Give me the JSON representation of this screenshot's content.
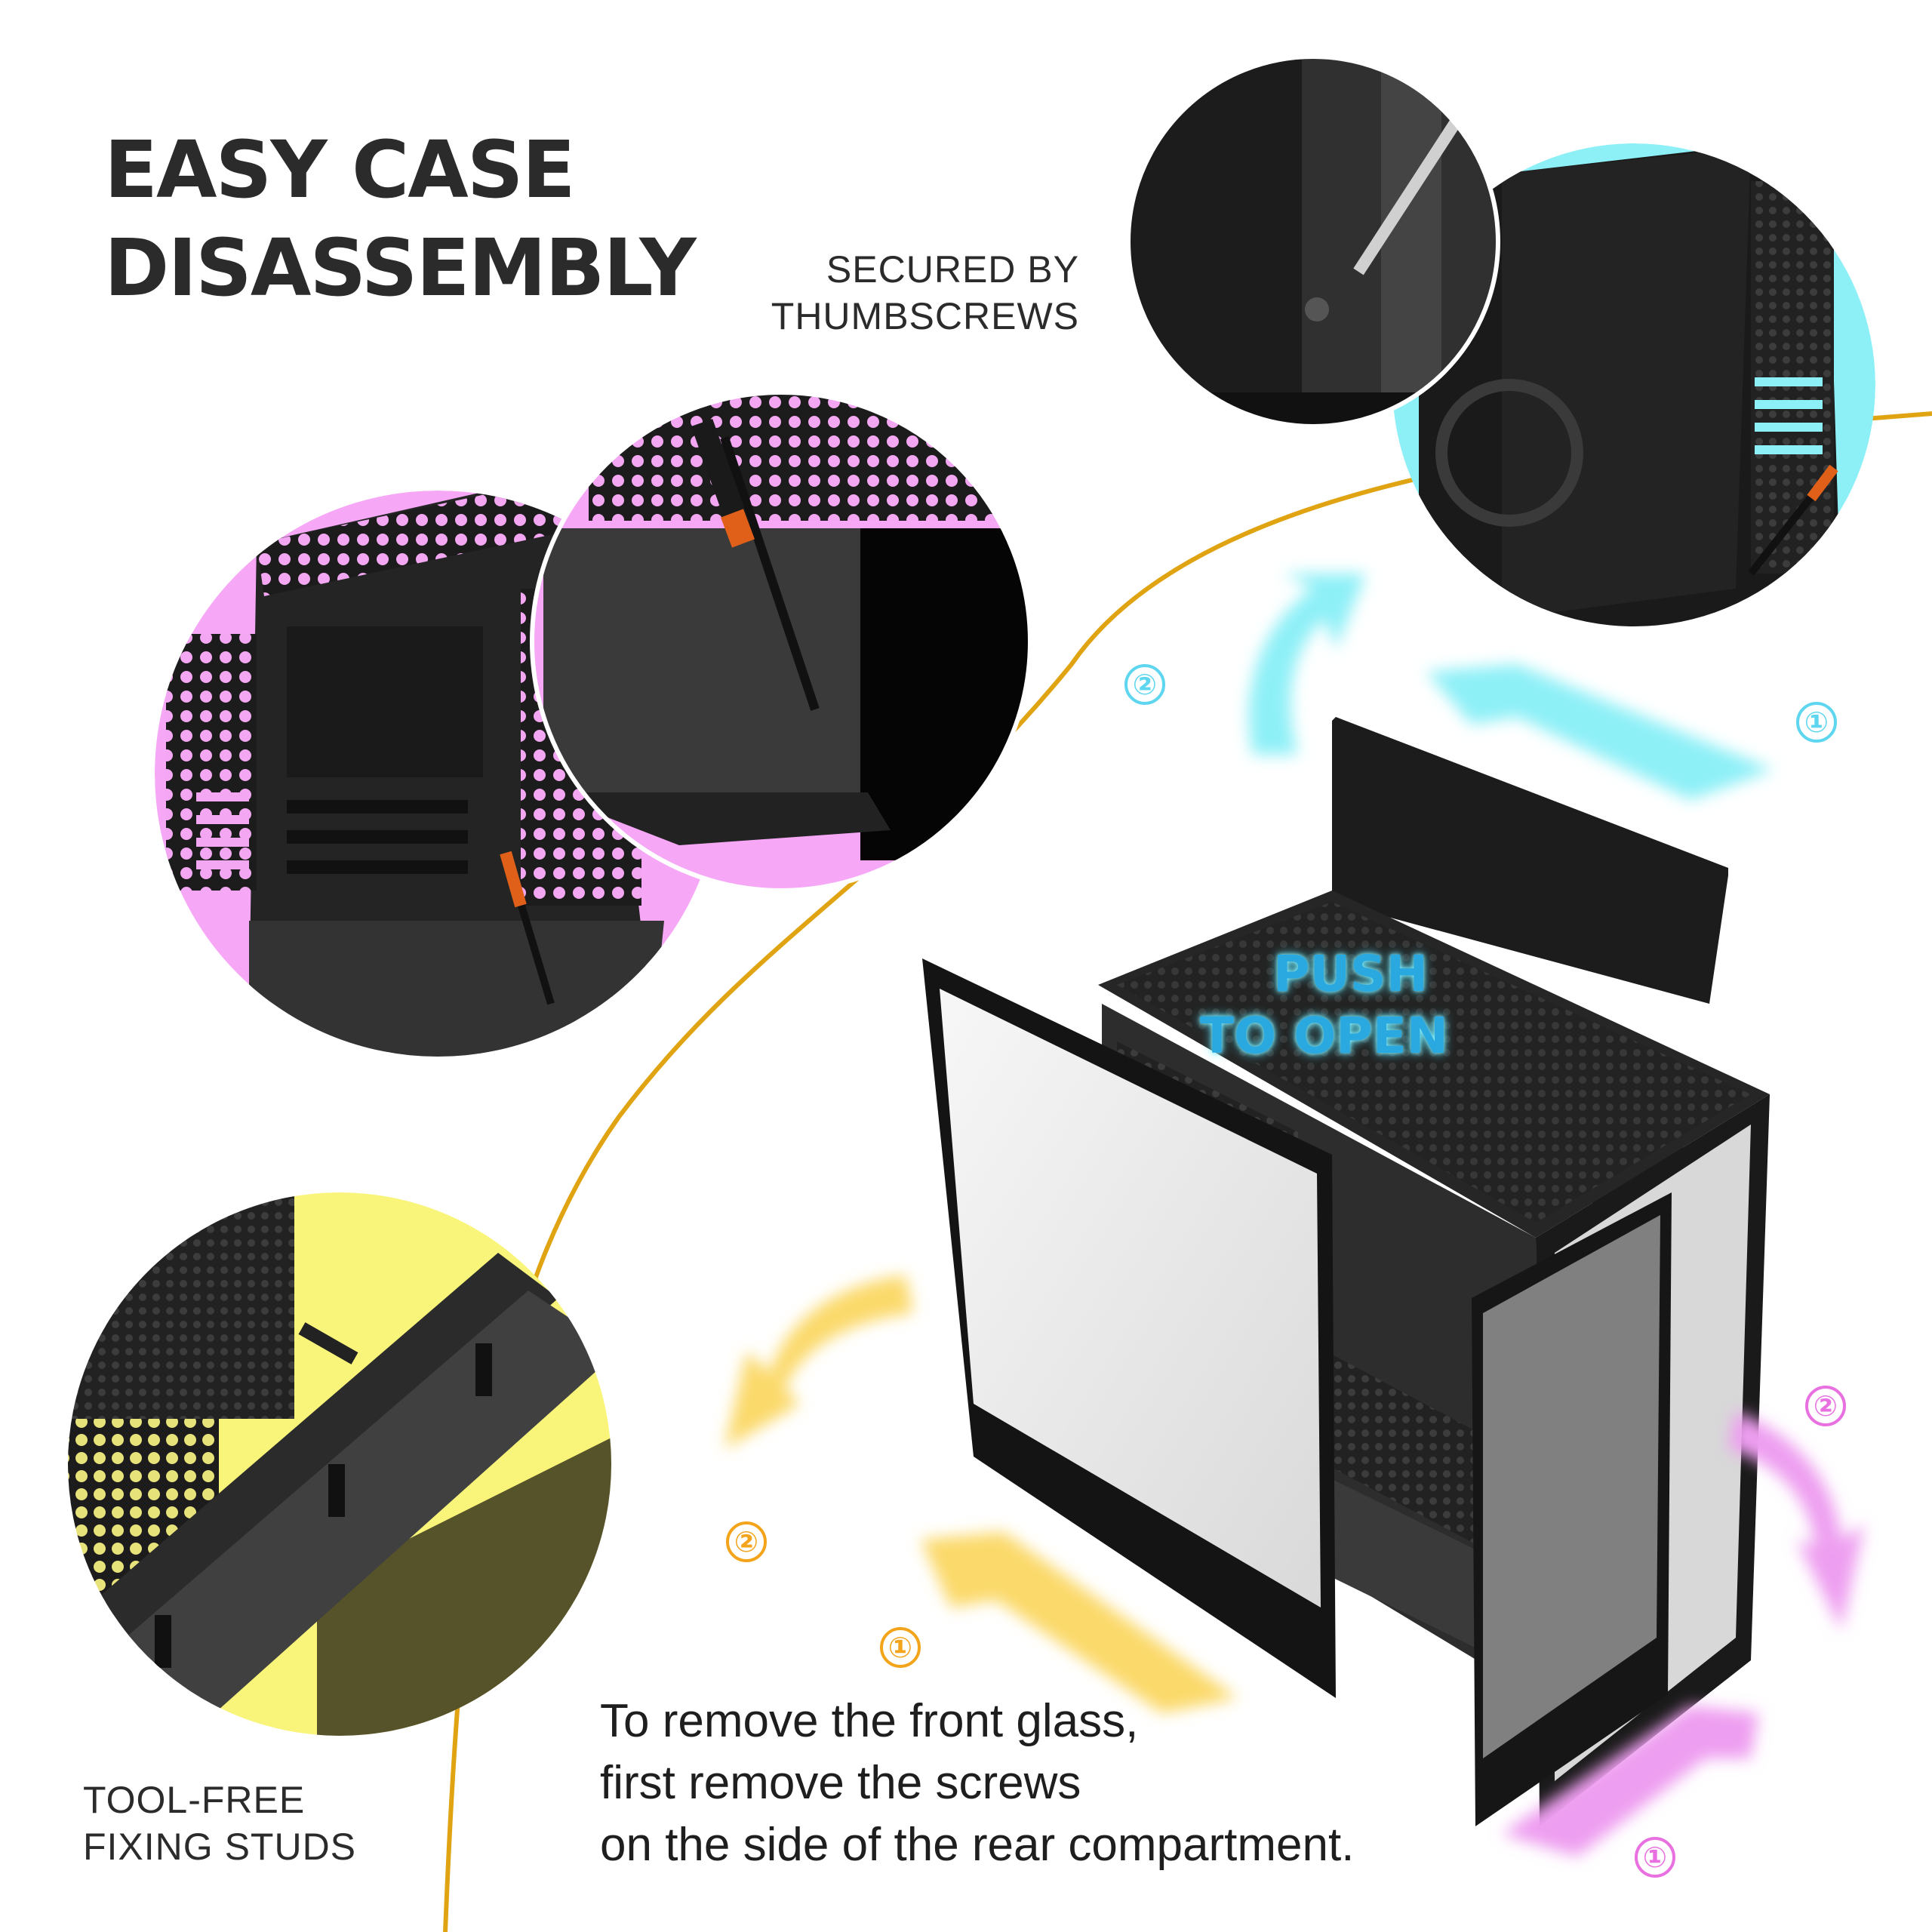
{
  "heading": {
    "line1": "EASY CASE",
    "line2": "DISASSEMBLY"
  },
  "callouts": {
    "thumbscrews": {
      "line1": "SECURED BY",
      "line2": "THUMBSCREWS"
    },
    "studs": {
      "line1": "TOOL-FREE",
      "line2": "FIXING STUDS"
    },
    "push": {
      "line1": "PUSH",
      "line2": "TO OPEN"
    }
  },
  "instruction": {
    "line1": "To remove the front glass,",
    "line2": "first remove the screws",
    "line3": "on the side of the rear compartment."
  },
  "step_markers": {
    "cyan_2": "②",
    "cyan_1": "①",
    "orange_2": "②",
    "orange_1": "①",
    "pink_2": "②",
    "pink_1": "①"
  },
  "colors": {
    "curve": "#e0a412",
    "cyan": "#8ef0f7",
    "pink": "#f6a8f7",
    "yellow": "#f9f57b",
    "case": "#1b1b1b"
  }
}
